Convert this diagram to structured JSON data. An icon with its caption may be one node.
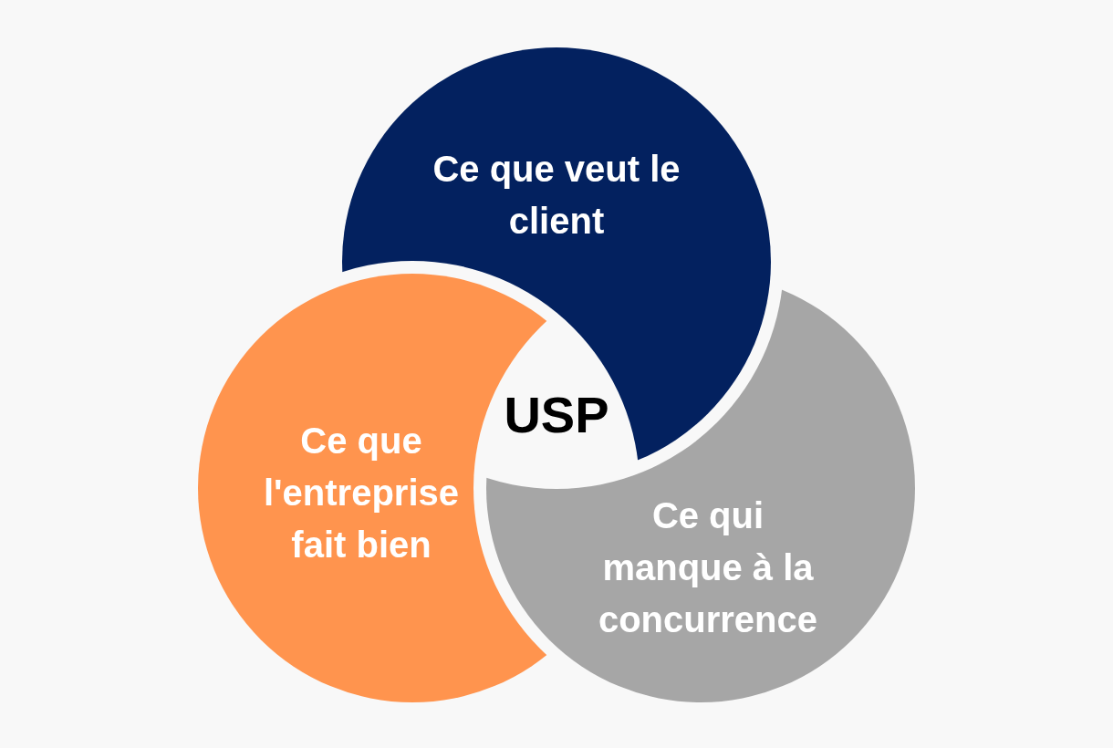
{
  "diagram": {
    "nodes": [
      {
        "text": [
          "Ce que veut le client"
        ]
      },
      {
        "text": [
          "Ce que l'entreprise fait bien"
        ]
      },
      {
        "text": [
          "Ce qui manque à la concurrence"
        ]
      }
    ],
    "labels": [
      "USP"
    ]
  }
}
